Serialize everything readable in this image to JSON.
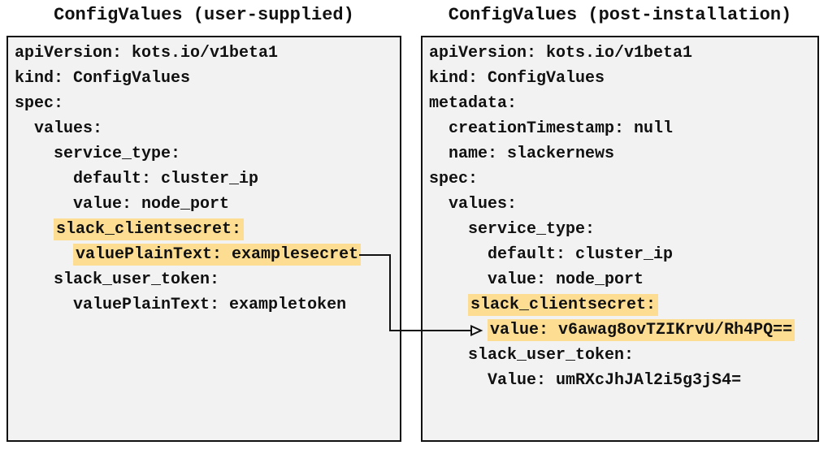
{
  "colors": {
    "panel_background": "#f2f2f2",
    "panel_border": "#111111",
    "text": "#111111",
    "highlight": "#fcdd92",
    "arrow": "#111111"
  },
  "left_panel": {
    "title": "ConfigValues (user-supplied)",
    "lines": [
      {
        "indent": 0,
        "text": "apiVersion: kots.io/v1beta1",
        "highlight": false
      },
      {
        "indent": 0,
        "text": "kind: ConfigValues",
        "highlight": false
      },
      {
        "indent": 0,
        "text": "spec:",
        "highlight": false
      },
      {
        "indent": 2,
        "text": "values:",
        "highlight": false
      },
      {
        "indent": 4,
        "text": "service_type:",
        "highlight": false
      },
      {
        "indent": 6,
        "text": "default: cluster_ip",
        "highlight": false
      },
      {
        "indent": 6,
        "text": "value: node_port",
        "highlight": false
      },
      {
        "indent": 4,
        "text": "slack_clientsecret:",
        "highlight": true
      },
      {
        "indent": 6,
        "text": "valuePlainText: examplesecret",
        "highlight": true
      },
      {
        "indent": 4,
        "text": "slack_user_token:",
        "highlight": false
      },
      {
        "indent": 6,
        "text": "valuePlainText: exampletoken",
        "highlight": false
      }
    ]
  },
  "right_panel": {
    "title": "ConfigValues (post-installation)",
    "lines": [
      {
        "indent": 0,
        "text": "apiVersion: kots.io/v1beta1",
        "highlight": false
      },
      {
        "indent": 0,
        "text": "kind: ConfigValues",
        "highlight": false
      },
      {
        "indent": 0,
        "text": "metadata:",
        "highlight": false
      },
      {
        "indent": 2,
        "text": "creationTimestamp: null",
        "highlight": false
      },
      {
        "indent": 2,
        "text": "name: slackernews",
        "highlight": false
      },
      {
        "indent": 0,
        "text": "spec:",
        "highlight": false
      },
      {
        "indent": 2,
        "text": "values:",
        "highlight": false
      },
      {
        "indent": 4,
        "text": "service_type:",
        "highlight": false
      },
      {
        "indent": 6,
        "text": "default: cluster_ip",
        "highlight": false
      },
      {
        "indent": 6,
        "text": "value: node_port",
        "highlight": false
      },
      {
        "indent": 4,
        "text": "slack_clientsecret:",
        "highlight": true
      },
      {
        "indent": 6,
        "text": "value: v6awag8ovTZIKrvU/Rh4PQ==",
        "highlight": true
      },
      {
        "indent": 4,
        "text": "slack_user_token:",
        "highlight": false
      },
      {
        "indent": 6,
        "text": "Value: umRXcJhJAl2i5g3jS4=",
        "highlight": false
      }
    ]
  },
  "connector": {
    "from_text": "valuePlainText: examplesecret",
    "to_text": "value: v6awag8ovTZIKrvU/Rh4PQ=="
  }
}
